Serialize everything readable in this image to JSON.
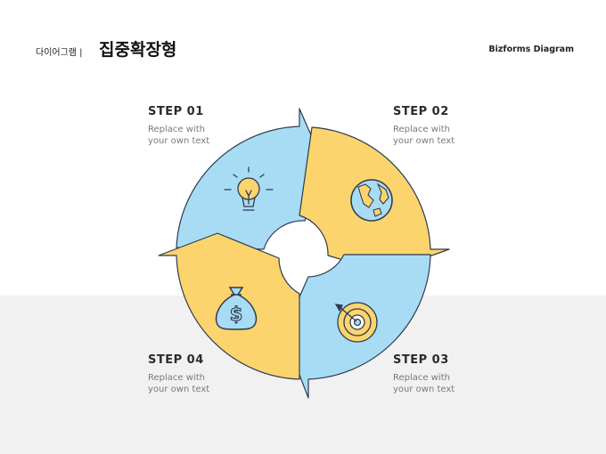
{
  "header": {
    "subtitle": "다이어그램 |",
    "title": "집중확장형",
    "brand": "Bizforms Diagram"
  },
  "colors": {
    "blue": "#a8dcf5",
    "yellow": "#fbd46d",
    "outline": "#2e3b4e",
    "band": "#f1f1f1"
  },
  "steps": [
    {
      "title": "STEP 01",
      "desc": "Replace with your own text",
      "icon": "lightbulb-icon"
    },
    {
      "title": "STEP 02",
      "desc": "Replace with your own text",
      "icon": "globe-icon"
    },
    {
      "title": "STEP 03",
      "desc": "Replace with your own text",
      "icon": "target-icon"
    },
    {
      "title": "STEP 04",
      "desc": "Replace with your own text",
      "icon": "money-bag-icon"
    }
  ]
}
